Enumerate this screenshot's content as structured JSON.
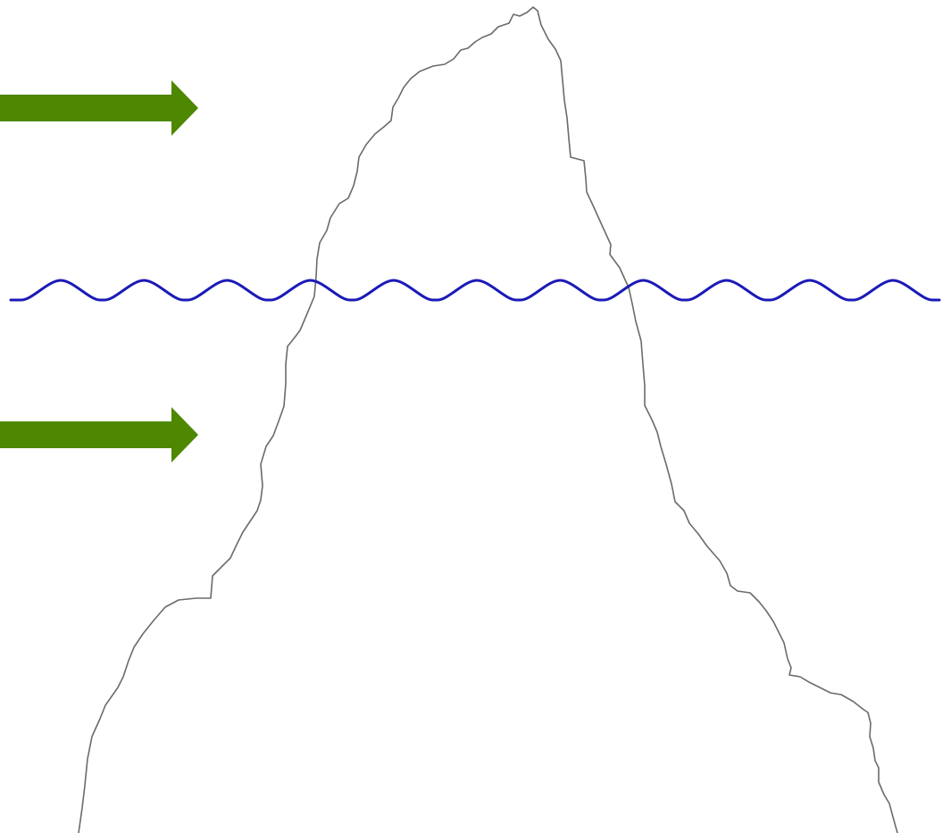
{
  "diagram": {
    "type": "iceberg",
    "elements": [
      {
        "name": "iceberg-outline",
        "shape": "jagged-peak"
      },
      {
        "name": "water-line",
        "shape": "wave",
        "wave_count": 11
      },
      {
        "name": "arrow-above-water",
        "direction": "right",
        "points_to": "iceberg-tip"
      },
      {
        "name": "arrow-below-water",
        "direction": "right",
        "points_to": "iceberg-base"
      }
    ]
  },
  "colors": {
    "background": "#ffffff",
    "iceberg_outline": "#6b6b6b",
    "water_line": "#1a1ab8",
    "arrow": "#4e8700"
  },
  "icons": {
    "arrow_top": "arrow-right-icon",
    "arrow_bottom": "arrow-right-icon"
  }
}
